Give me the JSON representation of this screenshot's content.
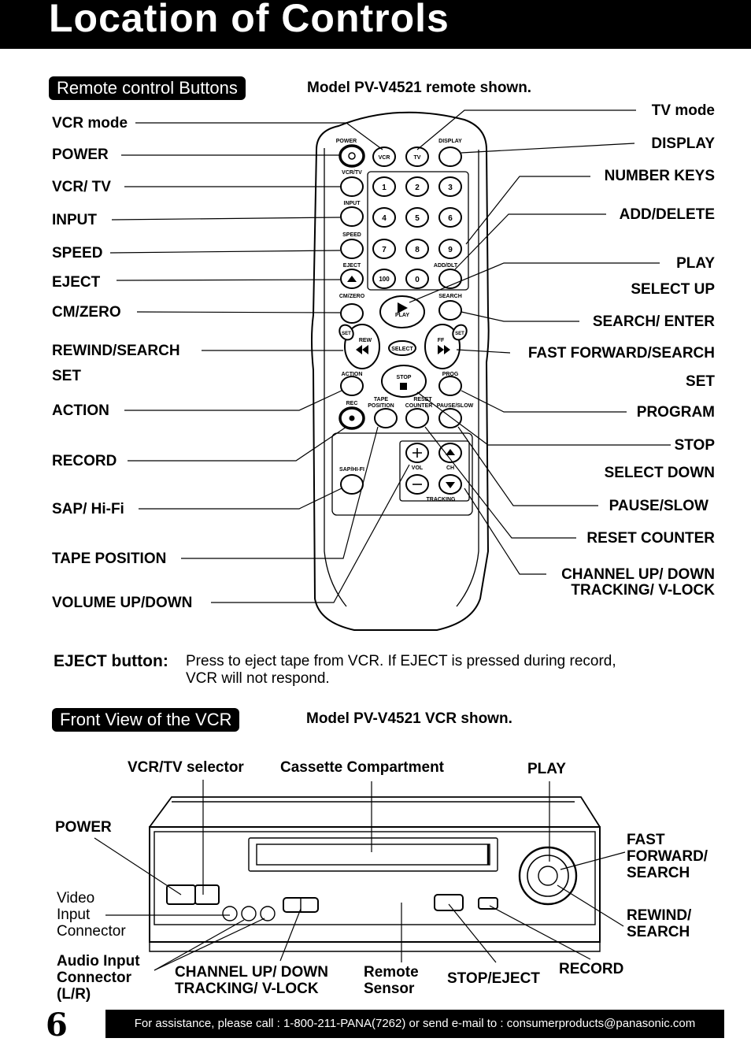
{
  "header": {
    "title": "Location of Controls"
  },
  "remote_section": {
    "pill_label": "Remote control Buttons",
    "model_note": "Model PV-V4521 remote shown.",
    "left_labels": [
      "VCR mode",
      "POWER",
      "VCR/ TV",
      "INPUT",
      "SPEED",
      "EJECT",
      "CM/ZERO",
      "REWIND/SEARCH",
      "SET",
      "ACTION",
      "RECORD",
      "SAP/ Hi-Fi",
      "TAPE POSITION",
      "VOLUME UP/DOWN"
    ],
    "right_labels": [
      "TV mode",
      "DISPLAY",
      "NUMBER KEYS",
      "ADD/DELETE",
      "PLAY",
      "SELECT UP",
      "SEARCH/ ENTER",
      "FAST FORWARD/SEARCH",
      "SET",
      "PROGRAM",
      "STOP",
      "SELECT DOWN",
      "PAUSE/SLOW",
      "RESET COUNTER",
      "CHANNEL UP/ DOWN",
      "TRACKING/ V-LOCK"
    ],
    "remote_keys": {
      "power": "POWER",
      "display": "DISPLAY",
      "vcrtv": "VCR/TV",
      "input": "INPUT",
      "speed": "SPEED",
      "eject": "EJECT",
      "cmzero": "CM/ZERO",
      "search": "SEARCH",
      "adddlt": "ADD/DLT",
      "play": "PLAY",
      "rew": "REW",
      "ff": "FF",
      "select": "SELECT",
      "stop": "STOP",
      "action": "ACTION",
      "prog": "PROG",
      "rec": "REC",
      "tape": "TAPE",
      "position": "POSITION",
      "reset": "RESET",
      "counter": "COUNTER",
      "pauseslow": "PAUSE/SLOW",
      "saphifi": "SAP/HI-FI",
      "vol": "VOL",
      "ch": "CH",
      "tracking": "TRACKING",
      "vcr": "VCR",
      "tv": "TV",
      "set": "SET",
      "digits": [
        "1",
        "2",
        "3",
        "4",
        "5",
        "6",
        "7",
        "8",
        "9",
        "100",
        "0"
      ]
    }
  },
  "eject_note": {
    "heading": "EJECT button:",
    "line1": "Press to eject tape from VCR. If EJECT is pressed during record,",
    "line2": "VCR will not respond."
  },
  "vcr_section": {
    "pill_label": "Front View of the VCR",
    "model_note": "Model PV-V4521 VCR shown.",
    "labels": {
      "vcrtv_selector": "VCR/TV selector",
      "cassette": "Cassette Compartment",
      "play": "PLAY",
      "power": "POWER",
      "ff_1": "FAST",
      "ff_2": "FORWARD/",
      "ff_3": "SEARCH",
      "video_1": "Video",
      "video_2": "Input",
      "video_3": "Connector",
      "rew_1": "REWIND/",
      "rew_2": "SEARCH",
      "audio_1": "Audio Input",
      "audio_2": "Connector",
      "audio_3": "(L/R)",
      "ch_1": "CHANNEL UP/ DOWN",
      "ch_2": "TRACKING/ V-LOCK",
      "remote_1": "Remote",
      "remote_2": "Sensor",
      "stop_eject": "STOP/EJECT",
      "record": "RECORD"
    }
  },
  "footer": {
    "page_number": "6",
    "assist": "For assistance, please call : 1-800-211-PANA(7262) or send e-mail to : consumerproducts@panasonic.com"
  }
}
